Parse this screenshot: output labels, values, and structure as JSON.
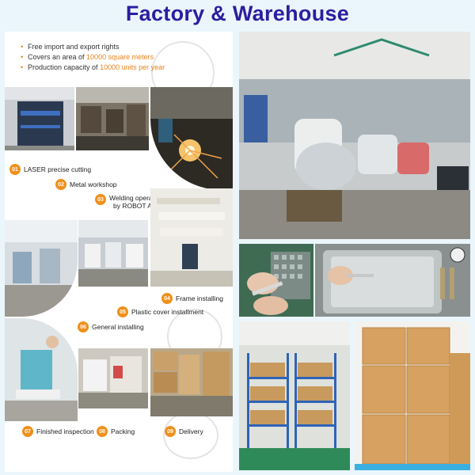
{
  "title": "Factory & Warehouse",
  "bullets": [
    {
      "pre": "Free import and export rights",
      "hl": "",
      "post": ""
    },
    {
      "pre": "Covers an area of ",
      "hl": "10000 square meters",
      "post": ""
    },
    {
      "pre": "Production capacity of ",
      "hl": "10000 units per year",
      "post": ""
    }
  ],
  "steps": [
    {
      "num": "01",
      "label": "LASER precise cutting"
    },
    {
      "num": "02",
      "label": "Metal workshop"
    },
    {
      "num": "03",
      "label": "Welding operation",
      "label2": "by ROBOT ARM"
    },
    {
      "num": "04",
      "label": "Frame installing"
    },
    {
      "num": "05",
      "label": "Plastic cover installment"
    },
    {
      "num": "06",
      "label": "General installing"
    },
    {
      "num": "07",
      "label": "Finished inspection"
    },
    {
      "num": "08",
      "label": "Packing"
    },
    {
      "num": "09",
      "label": "Delivery"
    }
  ],
  "colors": {
    "title": "#2c1ea0",
    "accent": "#f0901c",
    "background": "#eaf6fb"
  }
}
